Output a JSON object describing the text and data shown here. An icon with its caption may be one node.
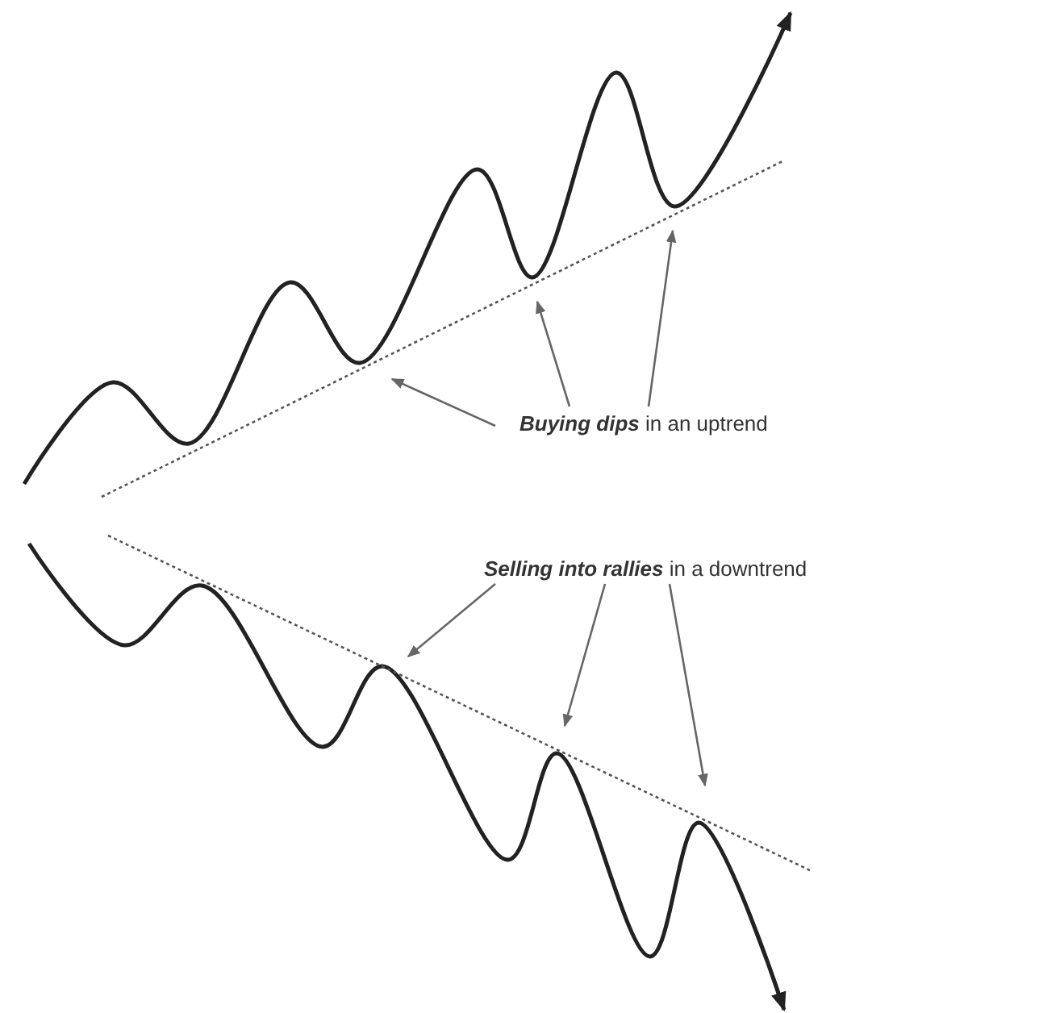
{
  "diagram": {
    "nodes": [
      {
        "text": [
          "**Buying dips** in an uptrend"
        ]
      },
      {
        "text": [
          "**Selling into rallies** in a downtrend"
        ]
      }
    ],
    "edges": [
      {
        "from": 0,
        "to": null,
        "arrow": "to"
      },
      {
        "from": 0,
        "to": null,
        "arrow": "to"
      },
      {
        "from": 0,
        "to": null,
        "arrow": "to"
      },
      {
        "from": 1,
        "to": null,
        "arrow": "to"
      },
      {
        "from": 1,
        "to": null,
        "arrow": "to"
      },
      {
        "from": 1,
        "to": null,
        "arrow": "to"
      }
    ]
  }
}
